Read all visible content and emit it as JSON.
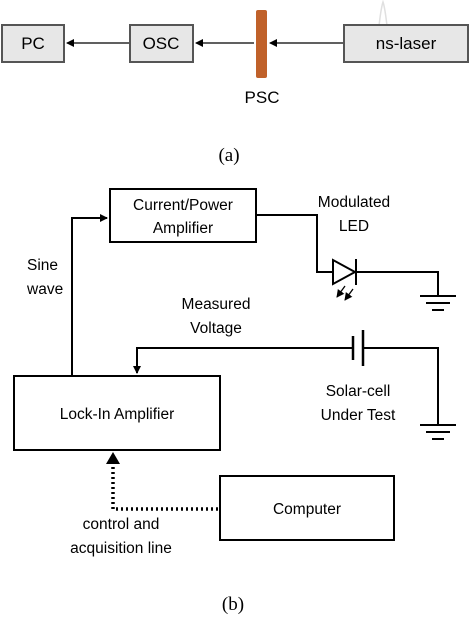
{
  "panel_a": {
    "caption": "(a)",
    "pc_label": "PC",
    "osc_label": "OSC",
    "laser_label": "ns-laser",
    "psc_label": "PSC",
    "psc_color": "#c0612a"
  },
  "panel_b": {
    "caption": "(b)",
    "amplifier_line1": "Current/Power",
    "amplifier_line2": "Amplifier",
    "led_line1": "Modulated",
    "led_line2": "LED",
    "sine_line1": "Sine",
    "sine_line2": "wave",
    "measured_line1": "Measured",
    "measured_line2": "Voltage",
    "lockin_label": "Lock-In Amplifier",
    "solar_line1": "Solar-cell",
    "solar_line2": "Under Test",
    "computer_label": "Computer",
    "control_line1": "control and",
    "control_line2": "acquisition line"
  }
}
